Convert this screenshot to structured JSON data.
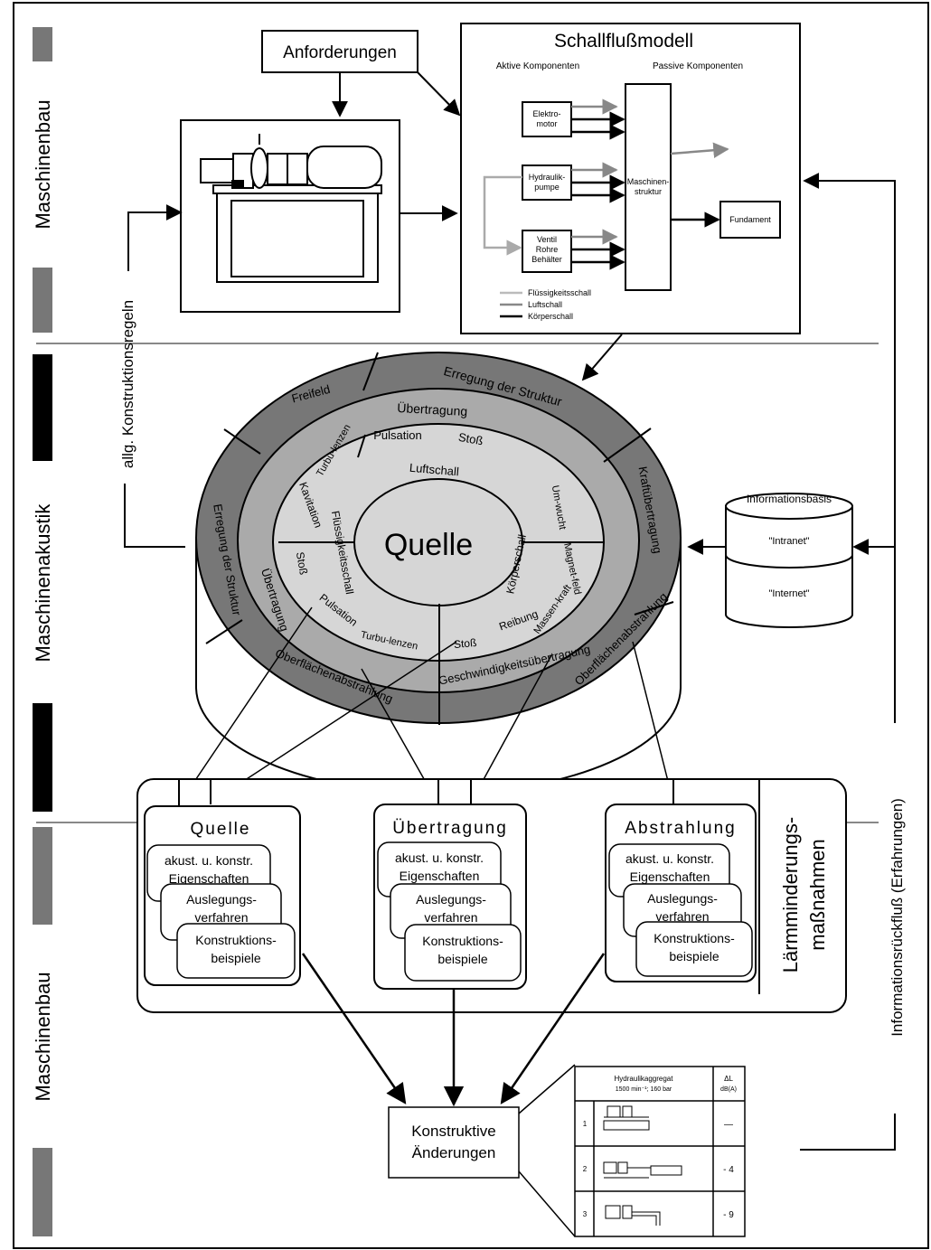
{
  "side_labels": {
    "top": "Maschinenbau",
    "middle": "Maschinenakustik",
    "bottom": "Maschinenbau"
  },
  "anforderungen": "Anforderungen",
  "konstruktionsregeln": "allg. Konstruktionsregeln",
  "informationsrueckfluss": "Informationsrückfluß (Erfahrungen)",
  "schallfluss": {
    "title": "Schallflußmodell",
    "aktive": "Aktive Komponenten",
    "passive": "Passive Komponenten",
    "elektromotor": [
      "Elektro-",
      "motor"
    ],
    "hydraulikpumpe": [
      "Hydraulik-",
      "pumpe"
    ],
    "ventil": [
      "Ventil",
      "Rohre",
      "Behälter"
    ],
    "maschinenstruktur": [
      "Maschinen-",
      "struktur"
    ],
    "fundament": "Fundament",
    "legend": [
      "Flüssigkeitsschall",
      "Luftschall",
      "Körperschall"
    ]
  },
  "wheel": {
    "center": "Quelle",
    "outer": [
      "Erregung der Struktur",
      "Freifeld",
      "Kraftübertragung",
      "Oberflächenabstrahlung",
      "Erregung der Struktur",
      "Oberflächenabstrahlung"
    ],
    "middle": [
      "Übertragung",
      "Übertragung",
      "Geschwindigkeitsübertragung"
    ],
    "inner_top": [
      "Pulsation",
      "Stoß",
      "Turbu-lenzen",
      "Luftschall"
    ],
    "inner_left": [
      "Kavitation",
      "Stoß",
      "Flüssigkeitsschall",
      "Pulsation",
      "Turbu-lenzen"
    ],
    "inner_right": [
      "Um-wucht",
      "Magnet-feld",
      "Körperschall",
      "Massen-kraft",
      "Reibung",
      "Stoß"
    ]
  },
  "informationsbasis": {
    "title": "Informationsbasis",
    "intranet": "\"Intranet\"",
    "internet": "\"Internet\""
  },
  "laerm": {
    "label": [
      "Lärmminderungs-",
      "maßnahmen"
    ],
    "columns": [
      {
        "title": "Quelle"
      },
      {
        "title": "Übertragung"
      },
      {
        "title": "Abstrahlung"
      }
    ],
    "card1": [
      "akust. u. konstr.",
      "Eigenschaften"
    ],
    "card2": [
      "Auslegungs-",
      "verfahren"
    ],
    "card3": [
      "Konstruktions-",
      "beispiele"
    ]
  },
  "konstruktive": [
    "Konstruktive",
    "Änderungen"
  ],
  "table": {
    "header_left": [
      "Hydraulikaggregat",
      "1500 min⁻¹; 160 bar"
    ],
    "header_right": [
      "ΔL",
      "dB(A)"
    ],
    "rows": [
      {
        "num": "1",
        "value": "—"
      },
      {
        "num": "2",
        "value": "- 4"
      },
      {
        "num": "3",
        "value": "- 9"
      }
    ]
  }
}
